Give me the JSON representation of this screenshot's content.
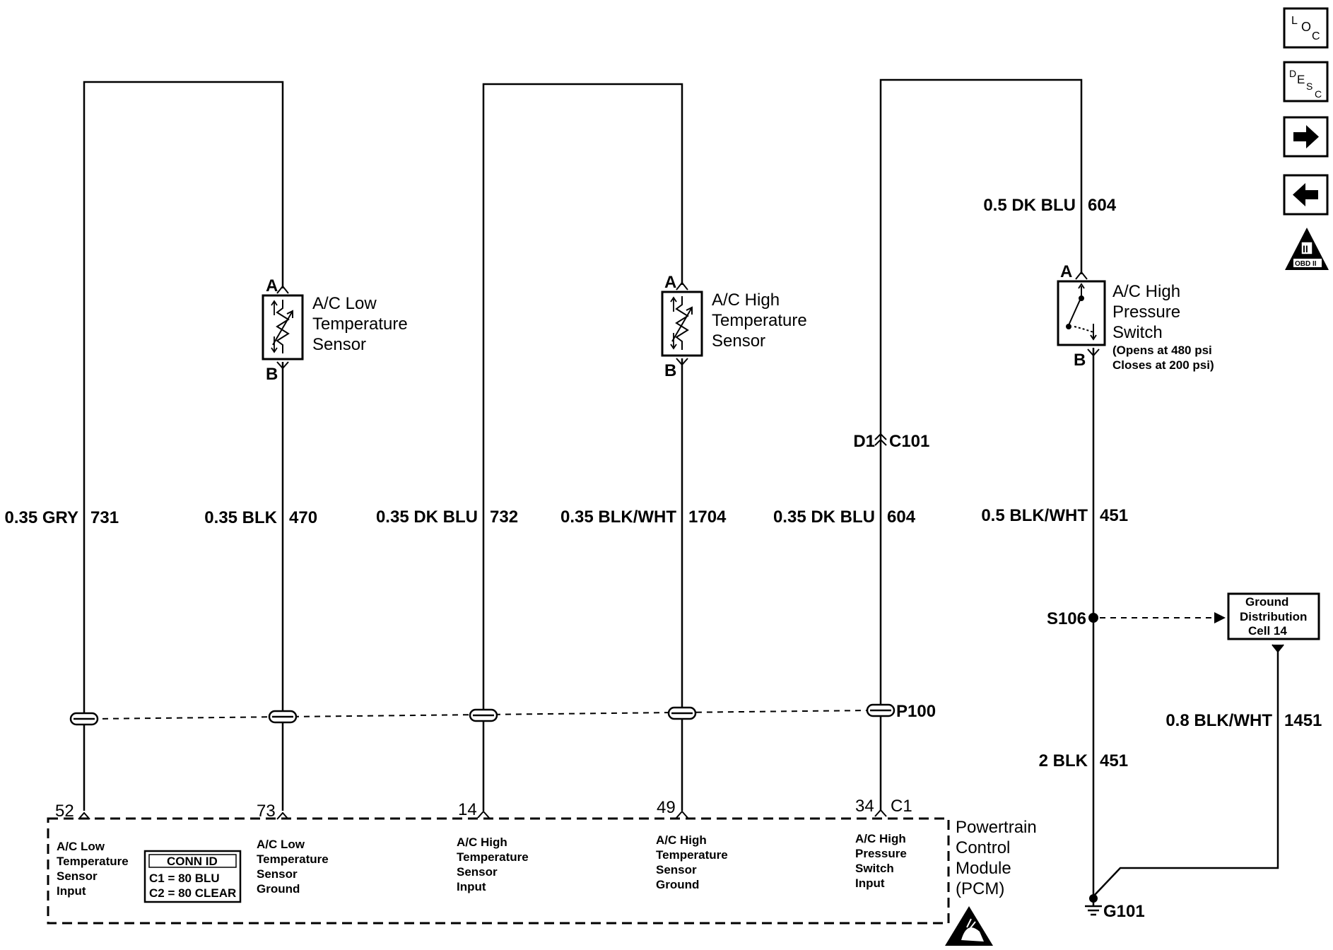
{
  "nav": {
    "loc": {
      "l": "L",
      "o": "O",
      "c": "C"
    },
    "desc": {
      "d": "D",
      "e": "E",
      "s": "S",
      "c": "C"
    },
    "obd": {
      "roman": "II",
      "label": "OBD II"
    }
  },
  "components": {
    "low_sensor": {
      "name": [
        "A/C Low",
        "Temperature",
        "Sensor"
      ],
      "pin_a": "A",
      "pin_b": "B"
    },
    "high_sensor": {
      "name": [
        "A/C High",
        "Temperature",
        "Sensor"
      ],
      "pin_a": "A",
      "pin_b": "B"
    },
    "pressure_switch": {
      "name": [
        "A/C High",
        "Pressure",
        "Switch"
      ],
      "note": [
        "(Opens at 480 psi",
        "Closes at 200 psi)"
      ],
      "pin_a": "A",
      "pin_b": "B"
    }
  },
  "wires": {
    "w731": {
      "gauge_color": "0.35 GRY",
      "circuit": "731"
    },
    "w470": {
      "gauge_color": "0.35 BLK",
      "circuit": "470"
    },
    "w732": {
      "gauge_color": "0.35 DK BLU",
      "circuit": "732"
    },
    "w1704": {
      "gauge_color": "0.35 BLK/WHT",
      "circuit": "1704"
    },
    "w604": {
      "gauge_color": "0.35 DK BLU",
      "circuit": "604"
    },
    "w604_top": {
      "gauge_color": "0.5 DK BLU",
      "circuit": "604"
    },
    "w451": {
      "gauge_color": "0.5 BLK/WHT",
      "circuit": "451"
    },
    "w451_gnd": {
      "gauge_color": "2 BLK",
      "circuit": "451"
    },
    "w1451": {
      "gauge_color": "0.8 BLK/WHT",
      "circuit": "1451"
    }
  },
  "connectors": {
    "c101": {
      "pin": "D1",
      "name": "C101"
    },
    "p100": "P100",
    "c1": "C1"
  },
  "splice": "S106",
  "ground": "G101",
  "ground_dist": [
    "Ground",
    "Distribution",
    "Cell 14"
  ],
  "pcm": {
    "name": [
      "Powertrain",
      "Control",
      "Module",
      "(PCM)"
    ],
    "pins": [
      "52",
      "73",
      "14",
      "49",
      "34"
    ],
    "inputs": {
      "p52": [
        "A/C Low",
        "Temperature",
        "Sensor",
        "Input"
      ],
      "p73": [
        "A/C Low",
        "Temperature",
        "Sensor",
        "Ground"
      ],
      "p14": [
        "A/C High",
        "Temperature",
        "Sensor",
        "Input"
      ],
      "p49": [
        "A/C High",
        "Temperature",
        "Sensor",
        "Ground"
      ],
      "p34": [
        "A/C High",
        "Pressure",
        "Switch",
        "Input"
      ]
    },
    "conn_id": {
      "title": "CONN ID",
      "c1": "C1 = 80 BLU",
      "c2": "C2 = 80 CLEAR"
    }
  }
}
